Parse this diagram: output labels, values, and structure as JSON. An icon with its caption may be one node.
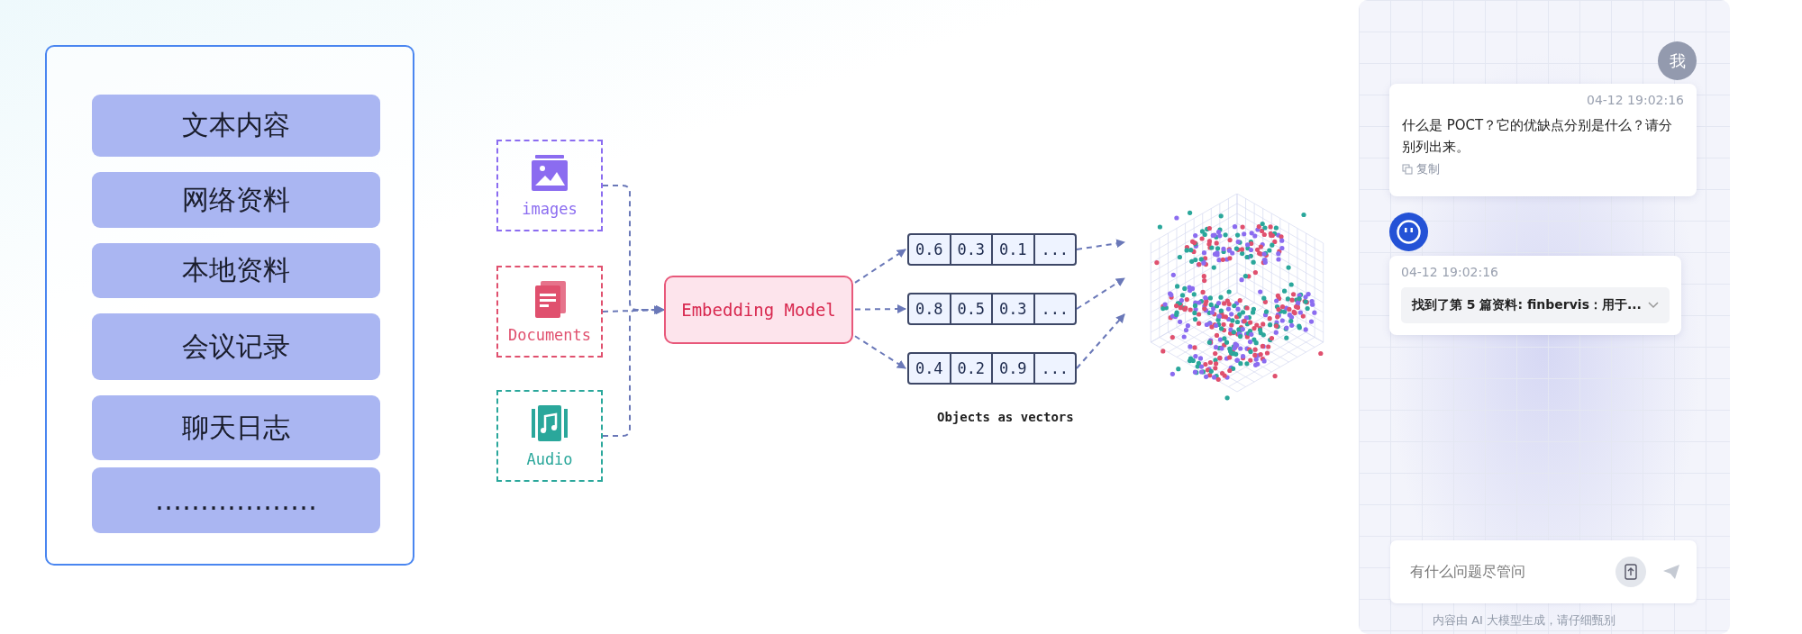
{
  "diagram": {
    "nodes": [
      {
        "text": [],
        "shape": "box"
      },
      {
        "text": [
          "文本内容"
        ],
        "in": 0
      },
      {
        "text": [
          "网络资料"
        ],
        "in": 0
      },
      {
        "text": [
          "本地资料"
        ],
        "in": 0
      },
      {
        "text": [
          "会议记录"
        ],
        "in": 0
      },
      {
        "text": [
          "聊天日志"
        ],
        "in": 0
      },
      {
        "text": [
          "………………"
        ],
        "in": 0
      },
      {
        "text": [
          "images"
        ]
      },
      {
        "text": [
          "Documents"
        ]
      },
      {
        "text": [
          "Audio"
        ]
      },
      {
        "text": [
          "Embedding Model"
        ]
      },
      {
        "text": [
          "0.6",
          "0.3",
          "0.1",
          "..."
        ]
      },
      {
        "text": [
          "0.8",
          "0.5",
          "0.3",
          "..."
        ]
      },
      {
        "text": [
          "0.4",
          "0.2",
          "0.9",
          "..."
        ]
      },
      {
        "text": [],
        "shape": "picture"
      },
      {
        "text": [],
        "shape": "box"
      },
      {
        "text": [
          "我"
        ],
        "in": 15
      },
      {
        "text": [
          "04-12 19:02:16",
          "什么是 POCT？它的优缺点分别是什么？请分别列出来。",
          "复制"
        ],
        "in": 15
      },
      {
        "text": [],
        "shape": "circle",
        "in": 15
      },
      {
        "text": [
          "04-12 19:02:16"
        ],
        "in": 15
      },
      {
        "text": [
          "找到了第 5 篇资料: finbervis：用于..."
        ],
        "in": 19
      },
      {
        "text": [
          "有什么问题尽管问"
        ],
        "in": 15
      }
    ],
    "edges": [
      {
        "from": 7,
        "to": 10,
        "arrow": "to",
        "style": "dashed"
      },
      {
        "from": 8,
        "to": 10,
        "arrow": "to",
        "style": "dashed"
      },
      {
        "from": 9,
        "to": 10,
        "arrow": "to",
        "style": "dashed"
      },
      {
        "from": 10,
        "to": 11,
        "arrow": "to",
        "style": "dashed"
      },
      {
        "from": 10,
        "to": 12,
        "arrow": "to",
        "style": "dashed"
      },
      {
        "from": 10,
        "to": 13,
        "arrow": "to",
        "style": "dashed"
      },
      {
        "from": 11,
        "to": 14,
        "arrow": "to",
        "style": "dashed"
      },
      {
        "from": 12,
        "to": 14,
        "arrow": "to",
        "style": "dashed"
      },
      {
        "from": 13,
        "to": 14,
        "arrow": "to",
        "style": "dashed"
      }
    ],
    "labels": [
      "Objects as vectors",
      "内容由 AI 大模型生成，请仔细甄别"
    ]
  }
}
